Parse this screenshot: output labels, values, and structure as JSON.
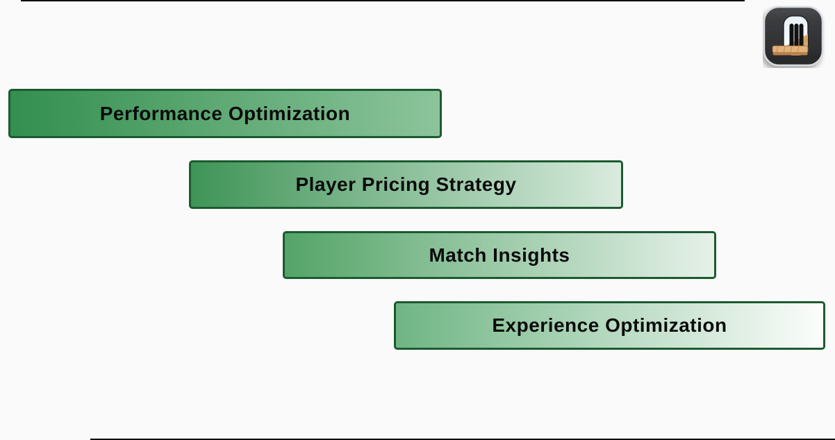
{
  "diagram": {
    "background_color": "#fafafa",
    "bar_border_color": "#1b5a30",
    "text_color": "#0b0b0b",
    "steps": [
      {
        "label": "Performance Optimization",
        "gradient_start": "#338f4f",
        "gradient_end": "#8cc49b"
      },
      {
        "label": "Player Pricing Strategy",
        "gradient_start": "#3f9457",
        "gradient_end": "#d9ebde"
      },
      {
        "label": "Match Insights",
        "gradient_start": "#54a468",
        "gradient_end": "#e6f1e9"
      },
      {
        "label": "Experience Optimization",
        "gradient_start": "#6fb584",
        "gradient_end": "#fcfdfc"
      }
    ]
  },
  "app_icon": {
    "name": "cricket-stumps-app-icon",
    "square_color_top": "#434447",
    "square_color_bottom": "#27282a",
    "rim_color": "#d7dadd",
    "window_color": "#ffffff",
    "sky_color": "#e8f1f9",
    "wood_color": "#d8a76d",
    "wood_edge_color": "#b8834a",
    "stump_color": "#111111"
  },
  "frame": {
    "edge_line_color": "#000000"
  }
}
